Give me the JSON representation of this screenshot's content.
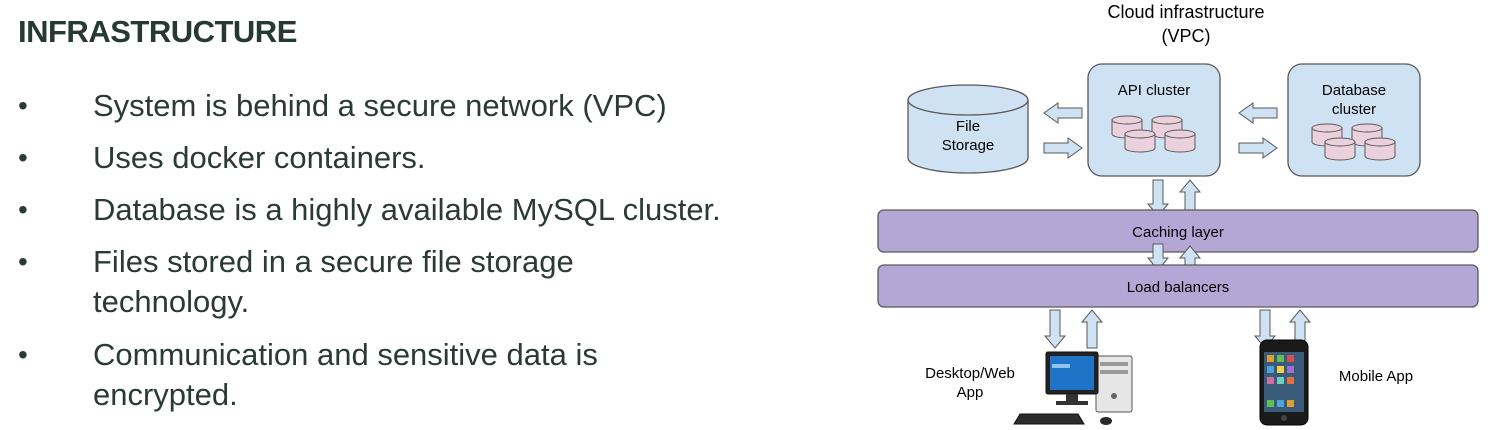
{
  "heading": "INFRASTRUCTURE",
  "bullets": [
    {
      "line1": "System is behind a secure network (VPC)",
      "line2": ""
    },
    {
      "line1": "Uses docker containers.",
      "line2": ""
    },
    {
      "line1": "Database is a highly available MySQL cluster.",
      "line2": ""
    },
    {
      "line1": "Files stored in a secure file storage",
      "line2": "technology."
    },
    {
      "line1": "Communication and sensitive data is",
      "line2": "encrypted."
    }
  ],
  "bullet_symbol": "•",
  "diagram": {
    "cloud_title_line1": "Cloud infrastructure",
    "cloud_title_line2": "(VPC)",
    "file_storage_line1": "File",
    "file_storage_line2": "Storage",
    "api_cluster": "API cluster",
    "database_line1": "Database",
    "database_line2": "cluster",
    "caching_layer": "Caching layer",
    "load_balancers": "Load balancers",
    "desktop_line1": "Desktop/Web",
    "desktop_line2": "App",
    "mobile_app": "Mobile App",
    "colors": {
      "box_fill": "#cfe2f3",
      "layer_fill": "#b4a7d6",
      "stroke": "#595959"
    }
  }
}
